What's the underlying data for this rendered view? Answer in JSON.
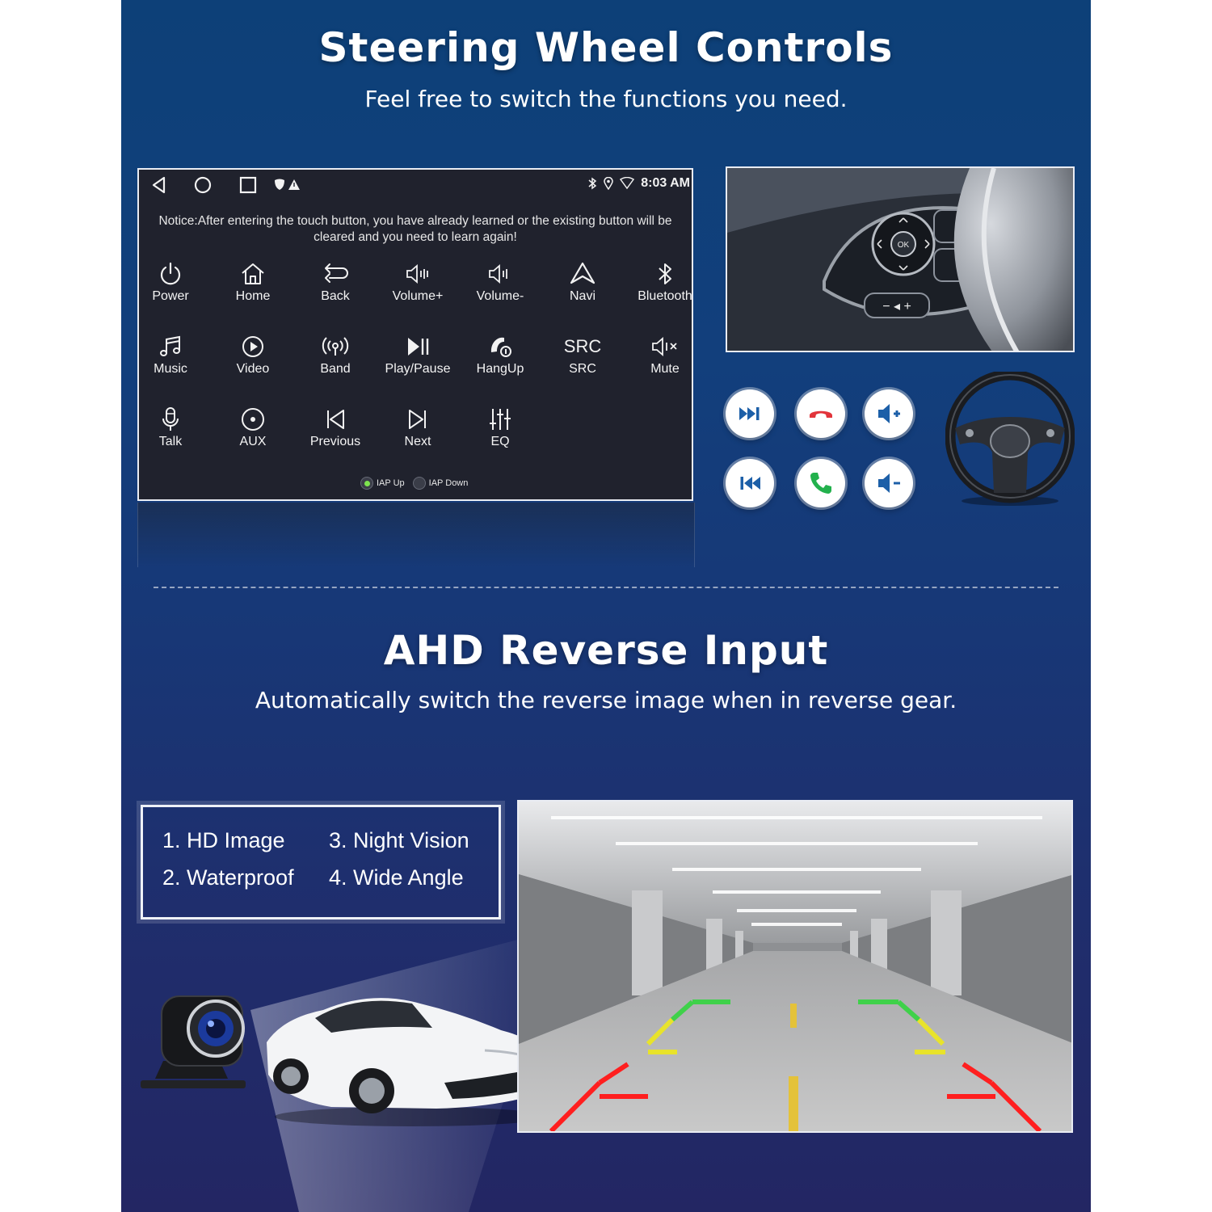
{
  "section1": {
    "title": "Steering Wheel Controls",
    "subtitle": "Feel free to switch the functions you need."
  },
  "screen": {
    "status_time": "8:03 AM",
    "notice": "Notice:After entering the touch button, you have already learned or the existing button will be cleared and you need to learn again!",
    "buttons": [
      {
        "label": "Power",
        "icon": "power-icon"
      },
      {
        "label": "Home",
        "icon": "home-icon"
      },
      {
        "label": "Back",
        "icon": "back-icon"
      },
      {
        "label": "Volume+",
        "icon": "volume-up-icon"
      },
      {
        "label": "Volume-",
        "icon": "volume-down-icon"
      },
      {
        "label": "Navi",
        "icon": "navi-icon"
      },
      {
        "label": "Bluetooth",
        "icon": "bluetooth-icon"
      },
      {
        "label": "Music",
        "icon": "music-icon"
      },
      {
        "label": "Video",
        "icon": "video-icon"
      },
      {
        "label": "Band",
        "icon": "band-icon"
      },
      {
        "label": "Play/Pause",
        "icon": "play-pause-icon"
      },
      {
        "label": "HangUp",
        "icon": "hangup-icon"
      },
      {
        "label": "SRC",
        "icon": "src-icon",
        "icon_text": "SRC"
      },
      {
        "label": "Mute",
        "icon": "mute-icon"
      },
      {
        "label": "Talk",
        "icon": "microphone-icon"
      },
      {
        "label": "AUX",
        "icon": "aux-icon"
      },
      {
        "label": "Previous",
        "icon": "previous-icon"
      },
      {
        "label": "Next",
        "icon": "next-icon"
      },
      {
        "label": "EQ",
        "icon": "eq-icon"
      }
    ],
    "iap_up": "IAP Up",
    "iap_down": "IAP Down"
  },
  "control_icons": [
    "next-track-icon",
    "hang-up-icon",
    "volume-up-icon",
    "previous-track-icon",
    "answer-call-icon",
    "volume-down-icon"
  ],
  "colors": {
    "hangup": "#e2343b",
    "answer": "#23b14d",
    "accent_blue": "#1c5fa8"
  },
  "section2": {
    "title": "AHD Reverse Input",
    "subtitle": "Automatically switch the reverse image when in reverse gear."
  },
  "features": [
    "1. HD Image",
    "2. Waterproof",
    "3. Night Vision",
    "4. Wide Angle"
  ]
}
